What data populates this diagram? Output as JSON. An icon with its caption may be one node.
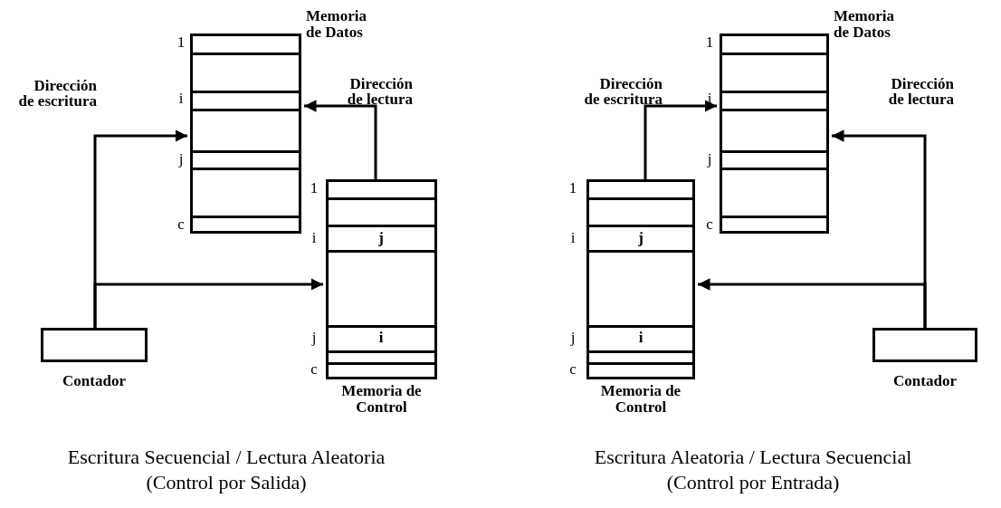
{
  "diagram": {
    "nodes": [
      {
        "text": [
          "Memoria de Datos"
        ]
      },
      {
        "text": [
          "Memoria de Control"
        ]
      },
      {
        "text": [
          "Contador"
        ]
      },
      {
        "text": [
          "Memoria de Datos"
        ]
      },
      {
        "text": [
          "Memoria de Control"
        ]
      },
      {
        "text": [
          "Contador"
        ]
      }
    ],
    "edges": [
      {
        "from": 2,
        "to": 0,
        "arrow": "to",
        "label": "Dirección de escritura"
      },
      {
        "from": 2,
        "to": 1,
        "arrow": "to"
      },
      {
        "from": 1,
        "to": 0,
        "arrow": "to",
        "label": "Dirección de lectura"
      },
      {
        "from": 4,
        "to": 3,
        "arrow": "to",
        "label": "Dirección de escritura"
      },
      {
        "from": 5,
        "to": 3,
        "arrow": "to",
        "label": "Dirección de lectura"
      },
      {
        "from": 5,
        "to": 4,
        "arrow": "to"
      }
    ],
    "labels": [
      "1",
      "i",
      "j",
      "c",
      "1",
      "i",
      "j",
      "j",
      "i",
      "c",
      "1",
      "i",
      "j",
      "c",
      "1",
      "i",
      "j",
      "j",
      "i",
      "c",
      "Escritura Secuencial / Lectura Aleatoria",
      "(Control por Salida)",
      "Escritura Aleatoria / Lectura Secuencial",
      "(Control por Entrada)"
    ]
  }
}
